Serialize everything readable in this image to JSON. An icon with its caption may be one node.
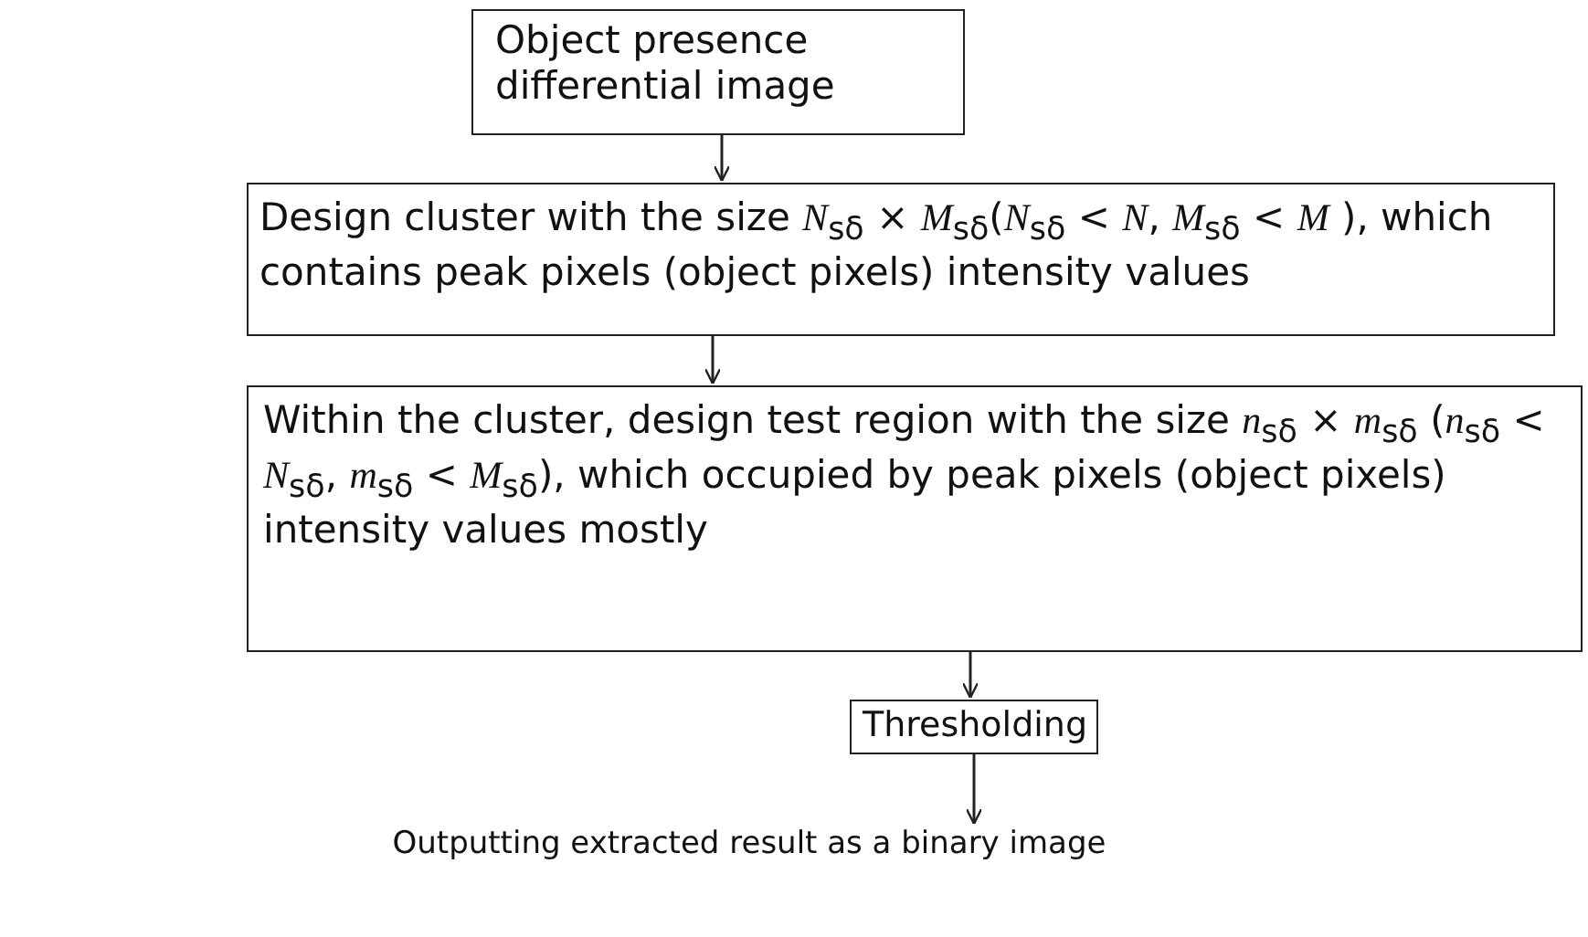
{
  "diagram": {
    "nodes": [
      {
        "text": [
          "Object presence differential image"
        ]
      },
      {
        "text": [
          "Design cluster with the size *N*$_{sδ}$ × *M*$_{sδ}$(*N*$_{sδ}$ < *N*, *M*$_{sδ}$ < *M* ), which contains peak pixels (object pixels) intensity values"
        ]
      },
      {
        "text": [
          "Within the cluster, design test region with the size *n*$_{sδ}$ × *m*$_{sδ}$ (*n*$_{sδ}$ < *N*$_{sδ}$, *m*$_{sδ}$ < *M*$_{sδ}$), which occupied by peak pixels (object pixels) intensity values mostly"
        ]
      },
      {
        "text": [
          "Thresholding"
        ]
      },
      {
        "text": [
          "Outputting extracted result as a binary image"
        ]
      }
    ],
    "edges": [
      {
        "from": 0,
        "to": 1,
        "arrow": "to"
      },
      {
        "from": 1,
        "to": 2,
        "arrow": "to"
      },
      {
        "from": 2,
        "to": 3,
        "arrow": "to"
      },
      {
        "from": 3,
        "to": 4,
        "arrow": "to"
      }
    ]
  }
}
